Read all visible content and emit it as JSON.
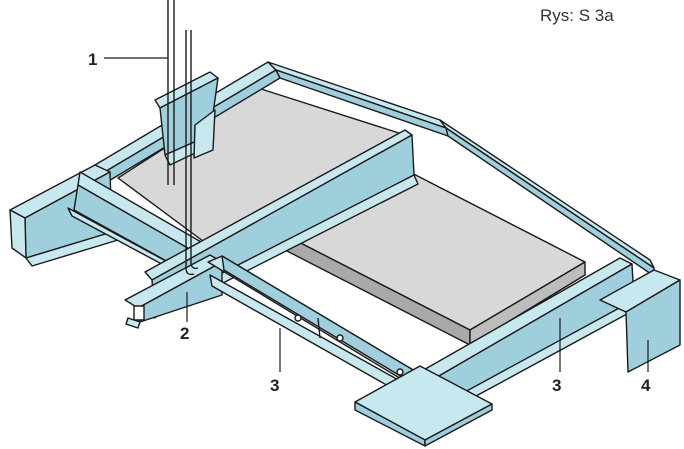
{
  "caption": "Rys: S 3a",
  "callouts": {
    "c1": "1",
    "c2": "2",
    "c3a": "3",
    "c3b": "3",
    "c4": "4"
  },
  "colors": {
    "profile_fill": "#c8e8f0",
    "profile_shade": "#9fcfdd",
    "panel_fill": "#d8d8d8",
    "panel_shade": "#a9a9a9",
    "outline": "#1a1a1a"
  }
}
